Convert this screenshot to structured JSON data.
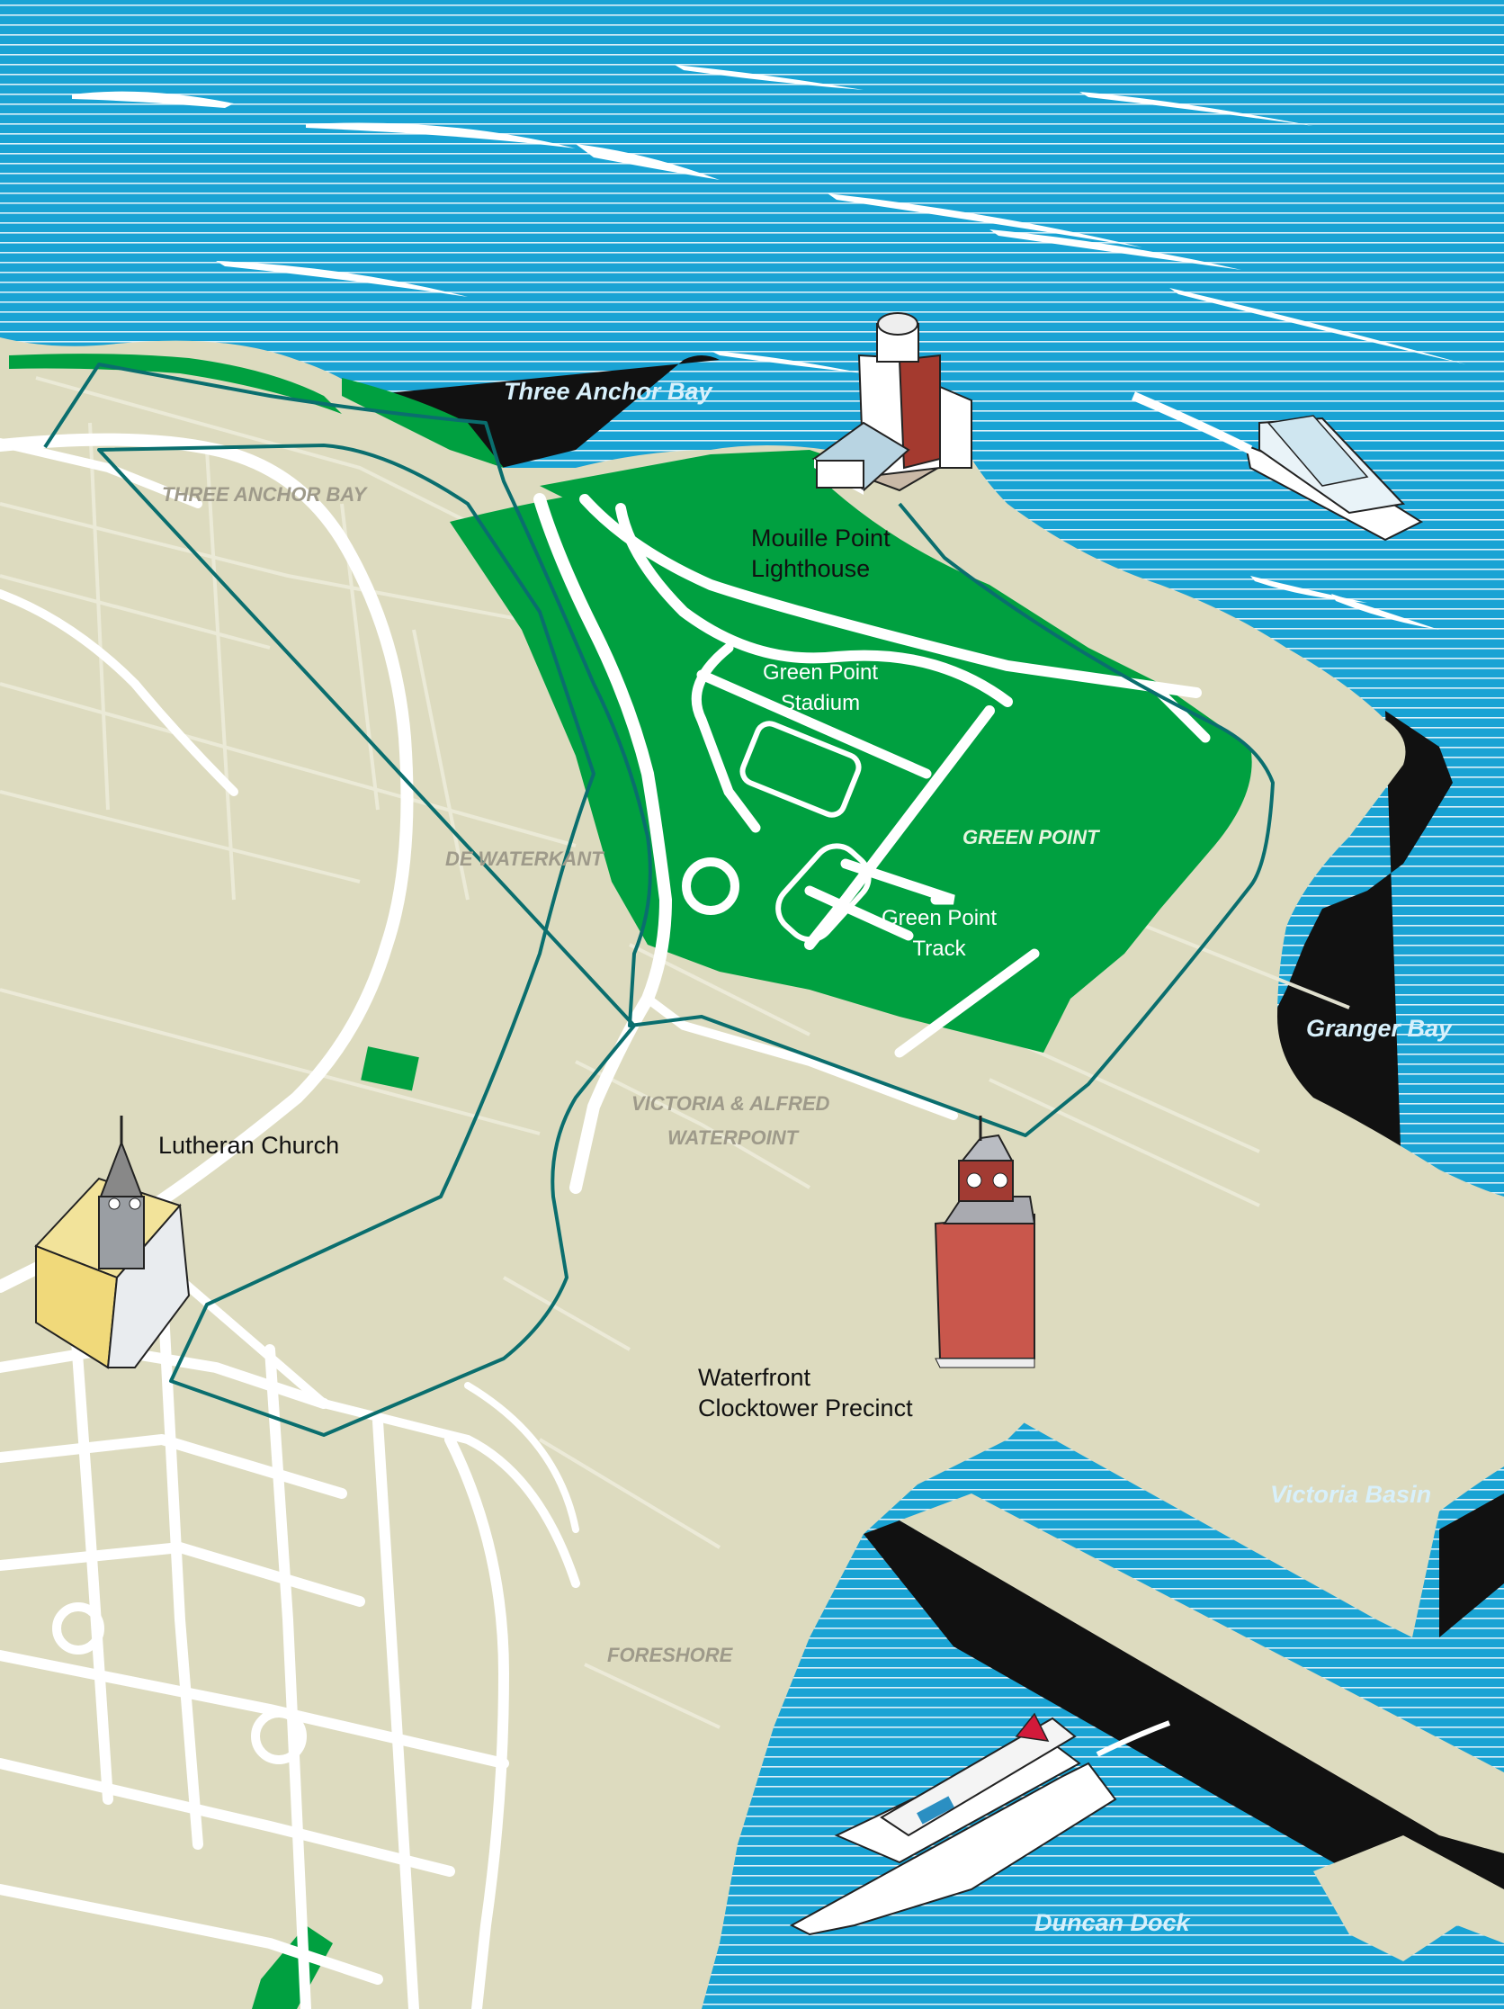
{
  "colors": {
    "sea": "#19a3d4",
    "sea_lines": "#ffffff",
    "land": "#dddbbf",
    "park": "#00a040",
    "roads": "#ffffff",
    "minor_roads": "#ecebd9",
    "route": "#0a6e6e",
    "coast_shadow": "#111111"
  },
  "labels": {
    "water": {
      "three_anchor_bay": "Three Anchor Bay",
      "granger_bay": "Granger Bay",
      "victoria_basin": "Victoria Basin",
      "duncan_dock": "Duncan Dock"
    },
    "areas": {
      "three_anchor_bay": "THREE ANCHOR BAY",
      "de_waterkant": "DE WATERKANT",
      "green_point": "GREEN POINT",
      "va_waterfront_line1": "VICTORIA & ALFRED",
      "va_waterfront_line2": "WATERPOINT",
      "foreshore": "FORESHORE"
    },
    "pois": {
      "lighthouse_line1": "Mouille Point",
      "lighthouse_line2": "Lighthouse",
      "stadium_line1": "Green Point",
      "stadium_line2": "Stadium",
      "track_line1": "Green Point",
      "track_line2": "Track",
      "lutheran_church": "Lutheran Church",
      "clocktower_line1": "Waterfront",
      "clocktower_line2": "Clocktower Precinct"
    }
  },
  "icons": [
    "lighthouse-icon",
    "church-icon",
    "clocktower-icon",
    "cruise-ship-icon",
    "ferry-icon"
  ]
}
